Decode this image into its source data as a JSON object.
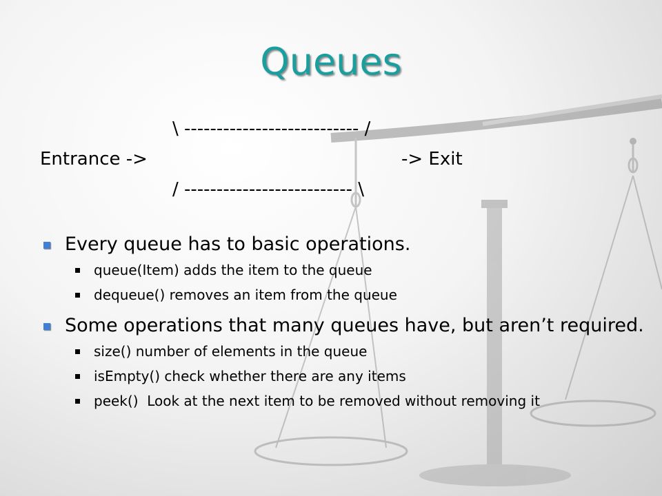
{
  "slide": {
    "title": "Queues",
    "diagram": {
      "top_line": "\\ --------------------------- /",
      "entrance": "Entrance ->",
      "exit": "-> Exit",
      "bottom_line": "/ -------------------------- \\"
    },
    "bullets": [
      {
        "text": "Every queue has to basic operations.",
        "subitems": [
          "queue(Item) adds the item to the queue",
          "dequeue() removes an item from the queue"
        ]
      },
      {
        "text": "Some operations that many queues have, but aren’t required.",
        "subitems": [
          "size() number of elements in the queue",
          "isEmpty() check whether there are any items",
          "peek()  Look at the next item to be removed without removing it"
        ]
      }
    ]
  },
  "colors": {
    "title": "#1a9e9e",
    "bullet_level1": "#3f7fd6",
    "bullet_level2": "#000000"
  },
  "background": {
    "icon": "balance-scale-icon"
  }
}
